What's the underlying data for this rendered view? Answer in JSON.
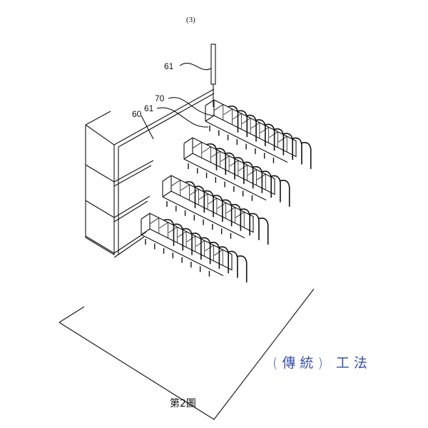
{
  "page_number": "(3)",
  "labels": {
    "top_61": "61",
    "label_70": "70",
    "label_61": "61",
    "label_60": "60"
  },
  "figure_caption": "第2圖",
  "handwritten_note": "(傳統) 工法",
  "colors": {
    "ink": "#111111",
    "handwriting": "#3a4fa8"
  }
}
